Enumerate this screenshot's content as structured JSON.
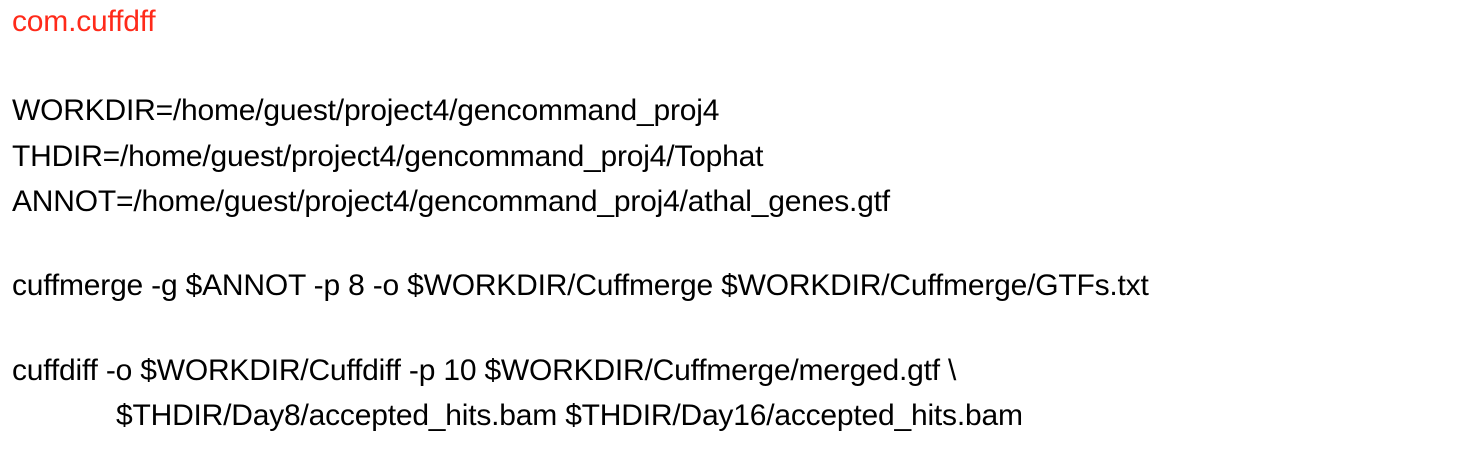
{
  "document": {
    "title": "com.cuffdff",
    "title_color": "#ff2a1a",
    "text_color": "#000000",
    "variables": [
      "WORKDIR=/home/guest/project4/gencommand_proj4",
      "THDIR=/home/guest/project4/gencommand_proj4/Tophat",
      "ANNOT=/home/guest/project4/gencommand_proj4/athal_genes.gtf"
    ],
    "cuffmerge_command": "cuffmerge -g $ANNOT -p 8 -o $WORKDIR/Cuffmerge $WORKDIR/Cuffmerge/GTFs.txt",
    "cuffdiff_command_line1": "cuffdiff -o $WORKDIR/Cuffdiff -p 10 $WORKDIR/Cuffmerge/merged.gtf \\",
    "cuffdiff_command_line2": "$THDIR/Day8/accepted_hits.bam $THDIR/Day16/accepted_hits.bam"
  }
}
